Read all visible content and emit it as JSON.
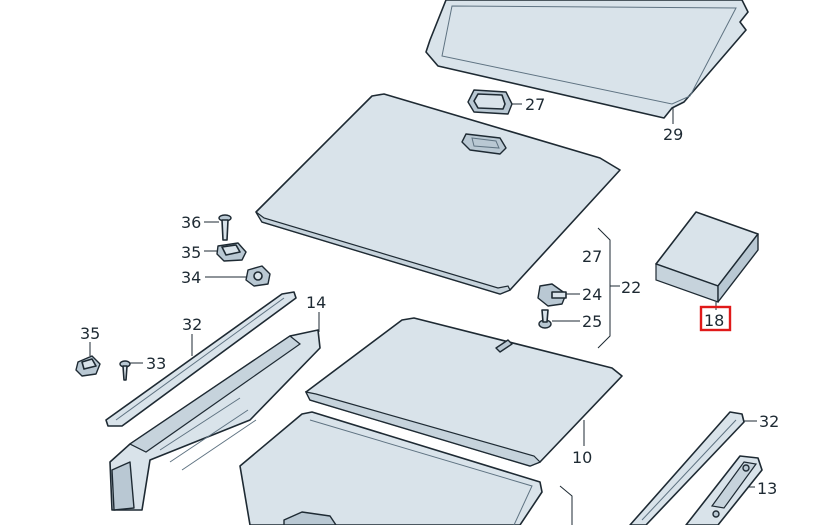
{
  "callouts": {
    "c29": "29",
    "c27_top": "27",
    "c36": "36",
    "c35_a": "35",
    "c34": "34",
    "c14": "14",
    "c32_left": "32",
    "c35_b": "35",
    "c33": "33",
    "c27_group": "27",
    "c22": "22",
    "c24": "24",
    "c25": "25",
    "c18": "18",
    "c10": "10",
    "c32_right": "32",
    "c13": "13"
  },
  "highlight": {
    "callout": "18",
    "color": "#e01919"
  },
  "colors": {
    "part_fill": "#d9e3ea",
    "outline": "#1e2a33"
  }
}
